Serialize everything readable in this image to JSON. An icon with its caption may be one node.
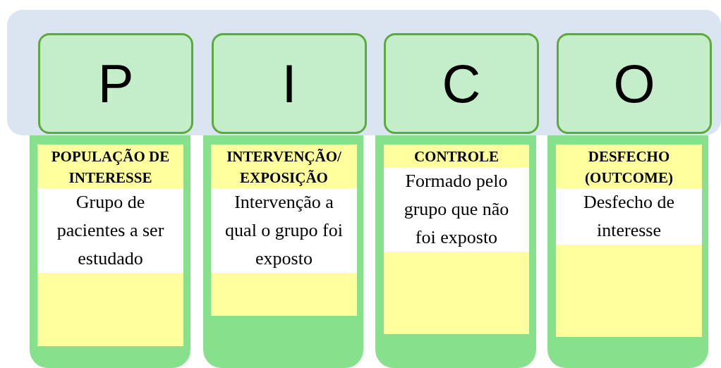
{
  "diagram": {
    "nodes": [
      {
        "text": [],
        "shape": "box"
      },
      {
        "text": [
          "P"
        ],
        "in": 0
      },
      {
        "text": [
          "I"
        ],
        "in": 0
      },
      {
        "text": [
          "C"
        ],
        "in": 0
      },
      {
        "text": [
          "O"
        ],
        "in": 0
      },
      {
        "text": [],
        "shape": "box"
      },
      {
        "text": [
          "POPULAÇÃO DE INTERESSE",
          "Grupo de pacientes a ser estudado"
        ],
        "in": 5
      },
      {
        "text": [],
        "shape": "box"
      },
      {
        "text": [
          "INTERVENÇÃO/ EXPOSIÇÃO",
          "Intervenção a qual o grupo foi exposto"
        ],
        "in": 7
      },
      {
        "text": [],
        "shape": "box"
      },
      {
        "text": [
          "CONTROLE",
          "Formado pelo grupo que não foi exposto"
        ],
        "in": 9
      },
      {
        "text": [],
        "shape": "box"
      },
      {
        "text": [
          "DESFECHO (OUTCOME)",
          "Desfecho de interesse"
        ],
        "in": 11
      }
    ],
    "edges": []
  }
}
